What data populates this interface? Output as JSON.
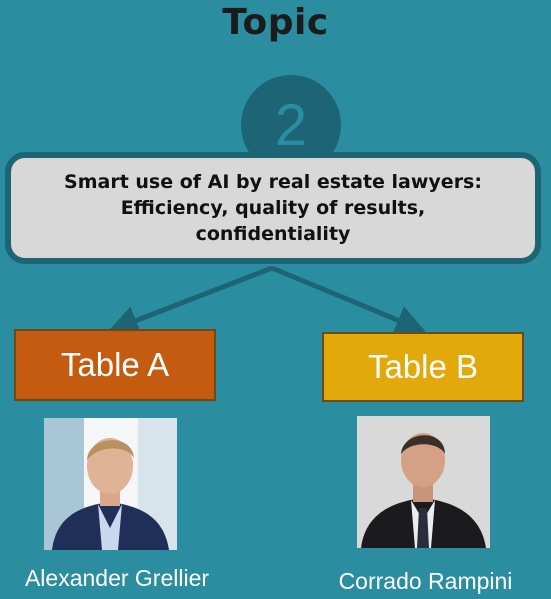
{
  "header": {
    "title": "Topic",
    "topic_number": "2"
  },
  "topic": {
    "text": "Smart use of AI by real estate lawyers:\nEfficiency, quality of results,\nconfidentiality"
  },
  "tables": [
    {
      "label": "Table A",
      "color": "#c55a11"
    },
    {
      "label": "Table B",
      "color": "#e3a90a"
    }
  ],
  "people": [
    {
      "name": "Alexander Grellier"
    },
    {
      "name": "Corrado Rampini"
    }
  ],
  "colors": {
    "background": "#2b8da0",
    "accent_dark": "#1d6475",
    "topic_box": "#d8d8d8"
  }
}
